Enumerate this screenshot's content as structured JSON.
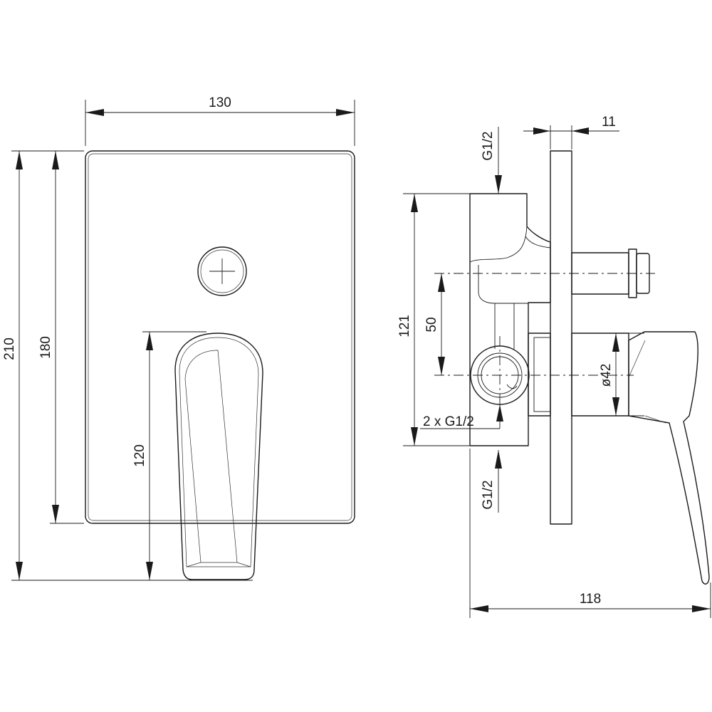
{
  "front_view": {
    "width_label": "130",
    "total_height_label": "210",
    "plate_height_label": "180",
    "handle_height_label": "120"
  },
  "side_view": {
    "plate_thickness_label": "11",
    "top_inlet_label": "G1/2",
    "body_height_label": "121",
    "axis_distance_label": "50",
    "handle_diameter_label": "ø42",
    "outlets_label": "2 x G1/2",
    "bottom_inlet_label": "G1/2",
    "depth_label": "118"
  }
}
